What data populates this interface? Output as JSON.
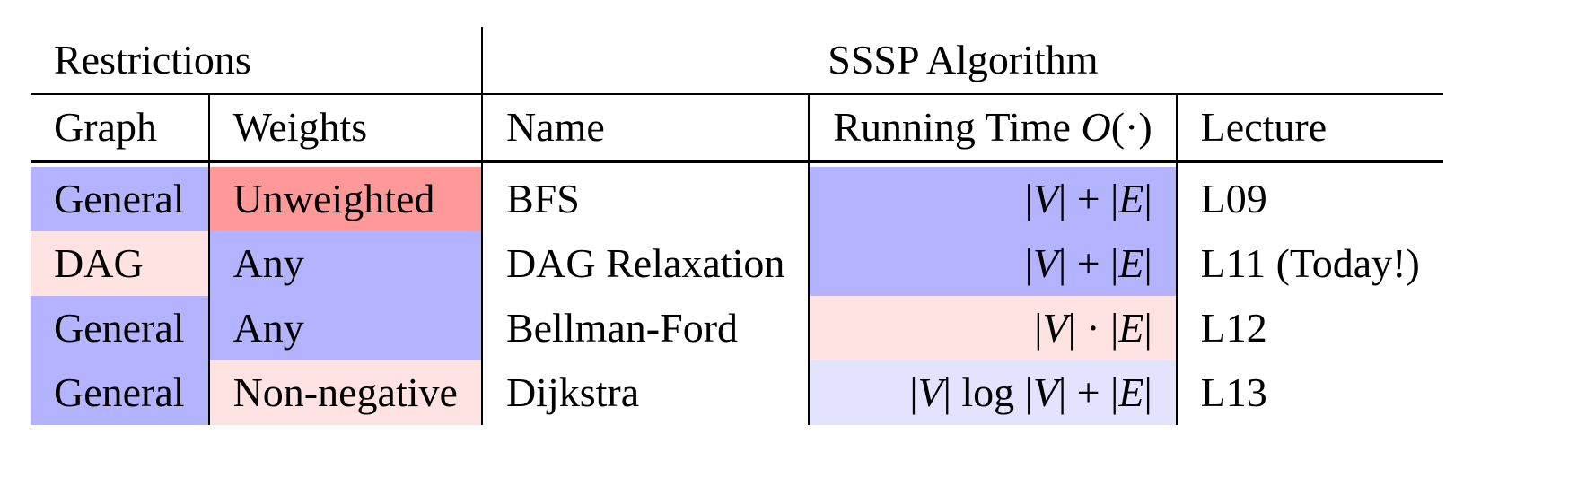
{
  "table": {
    "group_headers": {
      "restrictions": "Restrictions",
      "algorithm": "SSSP Algorithm"
    },
    "column_headers": {
      "graph": "Graph",
      "weights": "Weights",
      "name": "Name",
      "running_time": "Running Time O(·)",
      "lecture": "Lecture"
    },
    "rows": [
      {
        "graph": "General",
        "weights": "Unweighted",
        "name": "BFS",
        "running_time": "|V| + |E|",
        "lecture": "L09"
      },
      {
        "graph": "DAG",
        "weights": "Any",
        "name": "DAG Relaxation",
        "running_time": "|V| + |E|",
        "lecture": "L11 (Today!)"
      },
      {
        "graph": "General",
        "weights": "Any",
        "name": "Bellman-Ford",
        "running_time": "|V| · |E|",
        "lecture": "L12"
      },
      {
        "graph": "General",
        "weights": "Non-negative",
        "name": "Dijkstra",
        "running_time": "|V| log |V| + |E|",
        "lecture": "L13"
      }
    ]
  },
  "colors": {
    "blue": "#b3b3ff",
    "red": "#ff9999",
    "pink": "#ffe3e3",
    "light_blue": "#e3e3ff",
    "white": "#ffffff"
  },
  "cell_colors": [
    {
      "graph": "blue",
      "weights": "red",
      "running_time": "blue"
    },
    {
      "graph": "pink",
      "weights": "blue",
      "running_time": "blue"
    },
    {
      "graph": "blue",
      "weights": "blue",
      "running_time": "pink"
    },
    {
      "graph": "blue",
      "weights": "pink",
      "running_time": "light_blue"
    }
  ]
}
